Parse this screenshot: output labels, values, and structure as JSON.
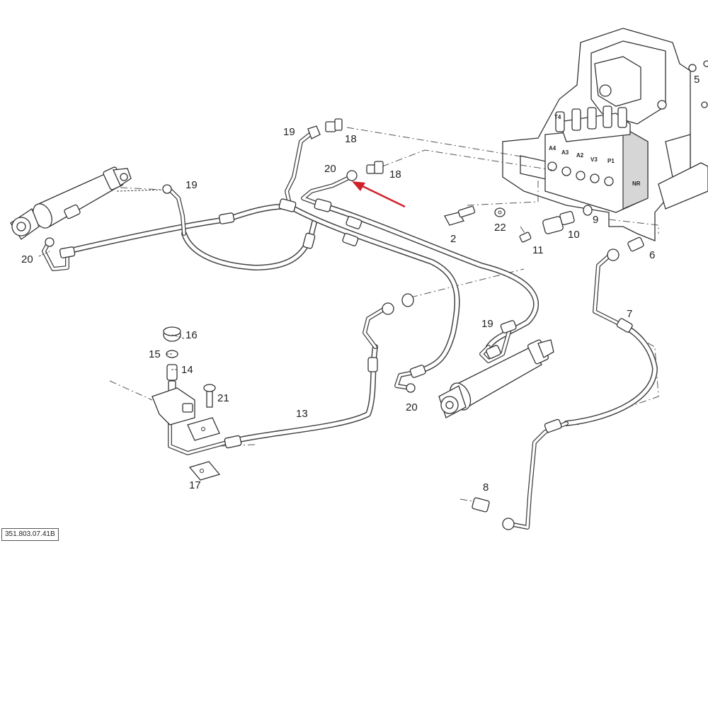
{
  "reference_code": "351.803.07.41B",
  "valve_port_labels": [
    "T4",
    "A4",
    "A3",
    "A2",
    "V3",
    "P1"
  ],
  "valve_brand": "NR",
  "arrow_color": "#d0202a",
  "callouts": [
    {
      "id": "c1",
      "text": "19"
    },
    {
      "id": "c2",
      "text": "18"
    },
    {
      "id": "c3",
      "text": "20"
    },
    {
      "id": "c4",
      "text": "18"
    },
    {
      "id": "c5",
      "text": "19"
    },
    {
      "id": "c6",
      "text": "20"
    },
    {
      "id": "c7",
      "text": "5"
    },
    {
      "id": "c8",
      "text": "2"
    },
    {
      "id": "c9",
      "text": "22"
    },
    {
      "id": "c10",
      "text": "10"
    },
    {
      "id": "c11",
      "text": "9"
    },
    {
      "id": "c12",
      "text": "11"
    },
    {
      "id": "c13",
      "text": "6"
    },
    {
      "id": "c14",
      "text": "7"
    },
    {
      "id": "c15",
      "text": "19"
    },
    {
      "id": "c16",
      "text": "16"
    },
    {
      "id": "c17",
      "text": "15"
    },
    {
      "id": "c18",
      "text": "14"
    },
    {
      "id": "c19",
      "text": "21"
    },
    {
      "id": "c20",
      "text": "13"
    },
    {
      "id": "c21",
      "text": "20"
    },
    {
      "id": "c22",
      "text": "17"
    },
    {
      "id": "c23",
      "text": "8"
    }
  ]
}
